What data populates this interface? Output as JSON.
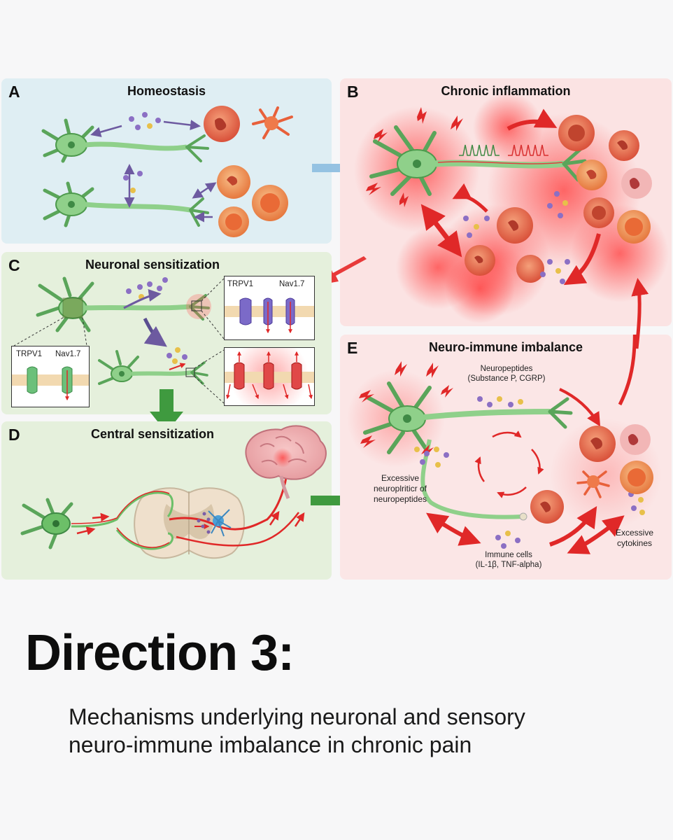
{
  "panels": {
    "a": {
      "letter": "A",
      "title": "Homeostasis"
    },
    "b": {
      "letter": "B",
      "title": "Chronic inflammation"
    },
    "c": {
      "letter": "C",
      "title": "Neuronal sensitization",
      "inset_top": {
        "label1": "TRPV1",
        "label2": "Nav1.7"
      },
      "inset_left": {
        "label1": "TRPV1",
        "label2": "Nav1.7"
      }
    },
    "d": {
      "letter": "D",
      "title": "Central sensitization"
    },
    "e": {
      "letter": "E",
      "title": "Neuro-immune imbalance",
      "neuropeptides": "Neuropeptides",
      "neuropeptides_sub": "(Substance P, CGRP)",
      "excessive_release_1": "Excessive",
      "excessive_release_2": "neuroplriticr of",
      "excessive_release_3": "neuropeptides",
      "immune_cells": "Immune cells",
      "immune_cells_sub": "(IL-1β, TNF-alpha)",
      "cytokines_1": "Excessive",
      "cytokines_2": "cytokines"
    }
  },
  "heading": "Direction 3:",
  "subtitle_line1": "Mechanisms underlying neuronal and sensory",
  "subtitle_line2": "neuro-immune imbalance in chronic pain",
  "colors": {
    "neuron": "#7fc47a",
    "neuron_dark": "#3f8a45",
    "immune": "#e8704a",
    "red_arrow": "#e02828",
    "purple": "#7b5ea8"
  }
}
